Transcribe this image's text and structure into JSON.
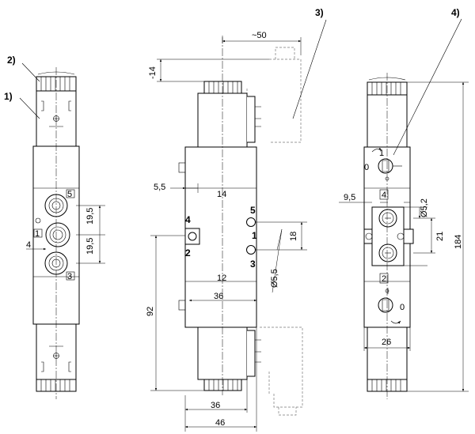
{
  "callouts": {
    "c1": "1)",
    "c2": "2)",
    "c3": "3)",
    "c4": "4)"
  },
  "left_view": {
    "port_5": "5",
    "port_1": "1",
    "port_3": "3",
    "dim_19_5_top": "19,5",
    "dim_19_5_bottom": "19,5",
    "dim_4": "4"
  },
  "middle_view": {
    "dim_50": "~50",
    "dim_14": "-14",
    "dim_5_5": "5,5",
    "dim_14b": "14",
    "dim_12": "12",
    "dim_36_mid": "36",
    "dim_92": "92",
    "dim_36_bottom": "36",
    "dim_46": "46",
    "dim_18": "18",
    "dim_d5_5": "Ø5,5",
    "port_4": "4",
    "port_2": "2",
    "port_5": "5",
    "port_1": "1",
    "port_3": "3"
  },
  "right_view": {
    "dim_9_5": "9,5",
    "dim_d5_2": "Ø5,2",
    "dim_21": "21",
    "dim_184": "184",
    "dim_26": "26",
    "port_4": "4",
    "port_2": "2",
    "knob_top_1": "1",
    "knob_top_0": "0",
    "knob_bot_0": "0"
  }
}
